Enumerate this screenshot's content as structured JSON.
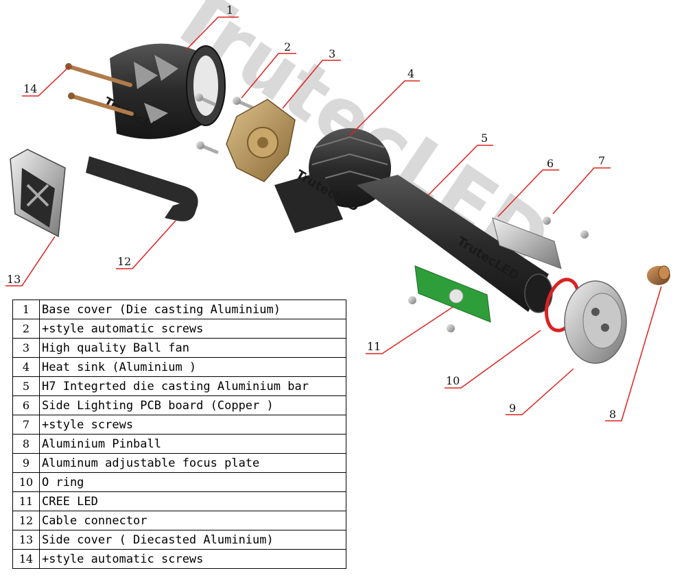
{
  "watermark": "TrutecLED",
  "brand_marks": [
    "TrutecLED",
    "TrutecLED",
    "TrutecLED"
  ],
  "callouts": [
    "1",
    "2",
    "3",
    "4",
    "5",
    "6",
    "7",
    "8",
    "9",
    "10",
    "11",
    "12",
    "13",
    "14"
  ],
  "parts": [
    {
      "num": "1",
      "name": "Base cover (Die casting  Aluminium)"
    },
    {
      "num": "2",
      "name": "+style automatic screws"
    },
    {
      "num": "3",
      "name": "High quality Ball fan"
    },
    {
      "num": "4",
      "name": "Heat sink (Aluminium )"
    },
    {
      "num": "5",
      "name": "H7 Integrted die casting  Aluminium bar"
    },
    {
      "num": "6",
      "name": "Side Lighting PCB board (Copper )"
    },
    {
      "num": "7",
      "name": "+style  screws"
    },
    {
      "num": "8",
      "name": "Aluminium Pinball"
    },
    {
      "num": "9",
      "name": "Aluminum adjustable focus plate"
    },
    {
      "num": "10",
      "name": " O ring"
    },
    {
      "num": "11",
      "name": "CREE LED"
    },
    {
      "num": "12",
      "name": "Cable connector"
    },
    {
      "num": "13",
      "name": "Side cover ( Diecasted Aluminium)"
    },
    {
      "num": "14",
      "name": "+style  automatic  screws"
    }
  ],
  "colors": {
    "leader_line": "#e0201c",
    "body_dark": "#2a2a2a",
    "fan_gold": "#b8965a",
    "pcb_green": "#2e9e3a",
    "o_ring": "#d92323",
    "pinball_bronze": "#9a6a3a",
    "watermark_gray": "#d9d9d9"
  }
}
